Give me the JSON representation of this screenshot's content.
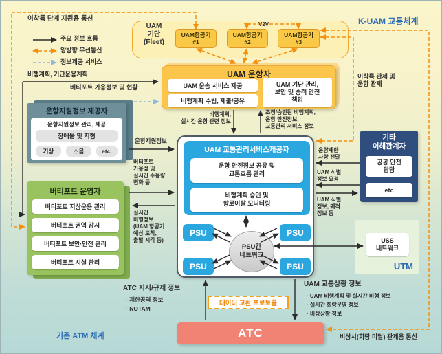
{
  "legend": {
    "takeoff_comm_label": "이착륙 단계 지원용 통신",
    "main_flow": "주요 정보 흐름",
    "bidirectional_radio": "양방향 무선통신",
    "info_service": "정보제공 서비스"
  },
  "kuam_system_label": "K-UAM 교통체계",
  "fleet": {
    "line1": "UAM",
    "line2": "기단",
    "line3": "(Fleet)",
    "v2v": "V2V",
    "aircraft": [
      {
        "name": "UAM항공기",
        "num": "#1"
      },
      {
        "name": "UAM항공기",
        "num": "#2"
      },
      {
        "name": "UAM항공기",
        "num": "#3"
      }
    ]
  },
  "uam_operator": {
    "title": "UAM 운항자",
    "service": "UAM 운송 서비스 제공",
    "flight_plan": "비행계획 수립, 제출/공유",
    "fleet_mgmt": "UAM 기단 관리,\n보안 및 승객 안전\n책임"
  },
  "support_provider": {
    "title": "운항지원정보 제공자",
    "subtitle": "운항지원정보 관리, 제공",
    "obstacle": "장애물 및 지형",
    "buttons": [
      "기상",
      "소음",
      "etc."
    ]
  },
  "vertiport_operator": {
    "title": "버티포트 운영자",
    "rows": [
      "버티포트 지상운용 관리",
      "버티포트 권역 감시",
      "버티포트 보안·안전 관리",
      "버티포트 시설 관리"
    ]
  },
  "tsp": {
    "title": "UAM 교통관리서비스제공자",
    "safety": "운항 안전정보 공유 및\n교통흐름 관리",
    "approval": "비행계획 승인 및\n항로이탈 모니터링",
    "psu": "PSU",
    "psu_network": "PSU간\n네트워크"
  },
  "stakeholders": {
    "title": "기타\n이해관계자",
    "public_safety": "공공 안전\n담당",
    "etc": "etc"
  },
  "utm": {
    "uss": "USS\n네트워크",
    "label": "UTM"
  },
  "atc": {
    "label": "ATC"
  },
  "flows": {
    "flight_plan_fleet": "비행계획, 기단운용계획",
    "vertiport_avail": "버티포트 가용정보 및 현황",
    "plan_realtime": "비행계획,\n실시간 운항 관련 정보",
    "adjusted_plan": "조정/승인된 비행계획,\n운항 안전정보,\n교통관리 서비스 정보",
    "support_info": "운항지원정보",
    "vertiport_capacity": "버티포트\n가용성 및\n실시간 수용량\n변화 등",
    "realtime_flight": "실시간\n비행정보\n(UAM 항공기\n예상 도착,\n출발 시각 등)",
    "op_restriction": "운항제한\n사항 전달",
    "id_request": "UAM 식별\n정보 요청",
    "id_info": "UAM 식별\n정보, 궤적\n정보 등",
    "takeoff_control": "이착륙 관제 및\n운항 관제",
    "emergency_comm": "비상시(회랑 미달) 관제용 통신",
    "protocol": "데이터 교환 프로토콜"
  },
  "bottom": {
    "atc_info_title": "ATC 지시/규제 정보",
    "atc_bullets": [
      "제한공역 정보",
      "NOTAM"
    ],
    "traffic_title": "UAM 교통상황 정보",
    "traffic_bullets": [
      "UAM 비행계획 및 실시간 비행 정보",
      "실시간 회랑운영 정보",
      "비상상황 정보"
    ],
    "atm_label": "기존 ATM 체계"
  },
  "colors": {
    "orange_accent": "#F29111",
    "yellow_box": "#FBC64B",
    "aircraft_box": "#F9C846",
    "blue_box": "#2AA7DF",
    "navy_box": "#2F4E7D",
    "green_box": "#98C35E",
    "teal_box": "#6F8F9A",
    "salmon_atc": "#F08374",
    "label_blue": "#2E6DB4",
    "info_service_blue": "#92B9D9"
  }
}
